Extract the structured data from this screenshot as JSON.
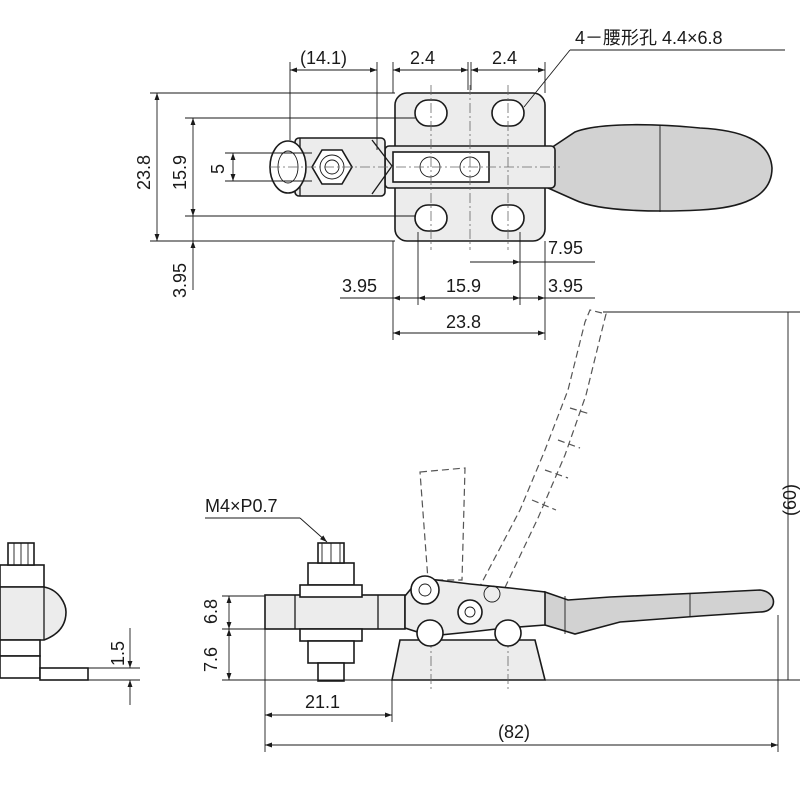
{
  "labels": {
    "slot_note": "4－腰形孔 4.4×6.8",
    "d_14_1": "(14.1)",
    "d_2_4_a": "2.4",
    "d_2_4_b": "2.4",
    "d_23_8_v": "23.8",
    "d_15_9_v": "15.9",
    "d_5": "5",
    "d_3_95_v": "3.95",
    "d_7_95": "7.95",
    "d_3_95_l": "3.95",
    "d_15_9_h": "15.9",
    "d_3_95_r": "3.95",
    "d_23_8_h": "23.8",
    "thread": "M4×P0.7",
    "d_60": "(60)",
    "d_6_8": "6.8",
    "d_7_6": "7.6",
    "d_1_5": "1.5",
    "d_21_1": "21.1",
    "d_82": "(82)"
  }
}
